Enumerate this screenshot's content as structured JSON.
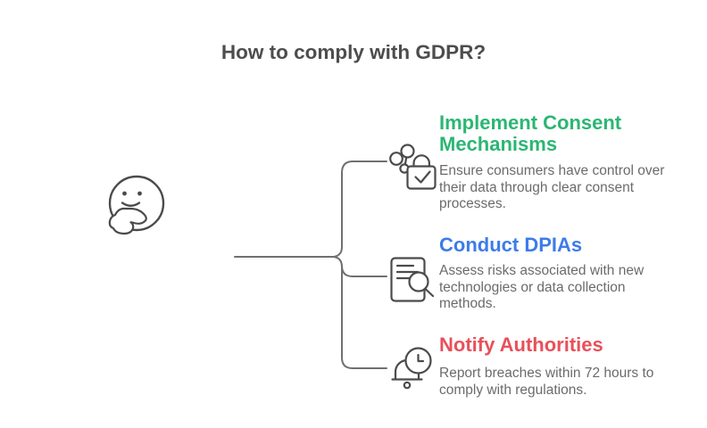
{
  "title": {
    "text": "How to comply with GDPR?",
    "color": "#4d4d4d"
  },
  "colors": {
    "background": "#ffffff",
    "body_text": "#6b6b6b",
    "connector": "#707070",
    "icon_stroke": "#4b4b4b"
  },
  "center_icon": "thinking-face-icon",
  "branches": [
    {
      "id": "consent",
      "icon": "share-lock-icon",
      "heading": "Implement Consent\nMechanisms",
      "heading_color": "#2bb673",
      "body": "Ensure consumers have control over\ntheir data through clear consent\nprocesses."
    },
    {
      "id": "dpia",
      "icon": "document-search-icon",
      "heading": "Conduct DPIAs",
      "heading_color": "#3d7ce8",
      "body": "Assess risks associated with new\ntechnologies or data collection\nmethods."
    },
    {
      "id": "notify",
      "icon": "bell-clock-icon",
      "heading": "Notify Authorities",
      "heading_color": "#e8505b",
      "body": "Report breaches within 72 hours to\ncomply with regulations."
    }
  ]
}
